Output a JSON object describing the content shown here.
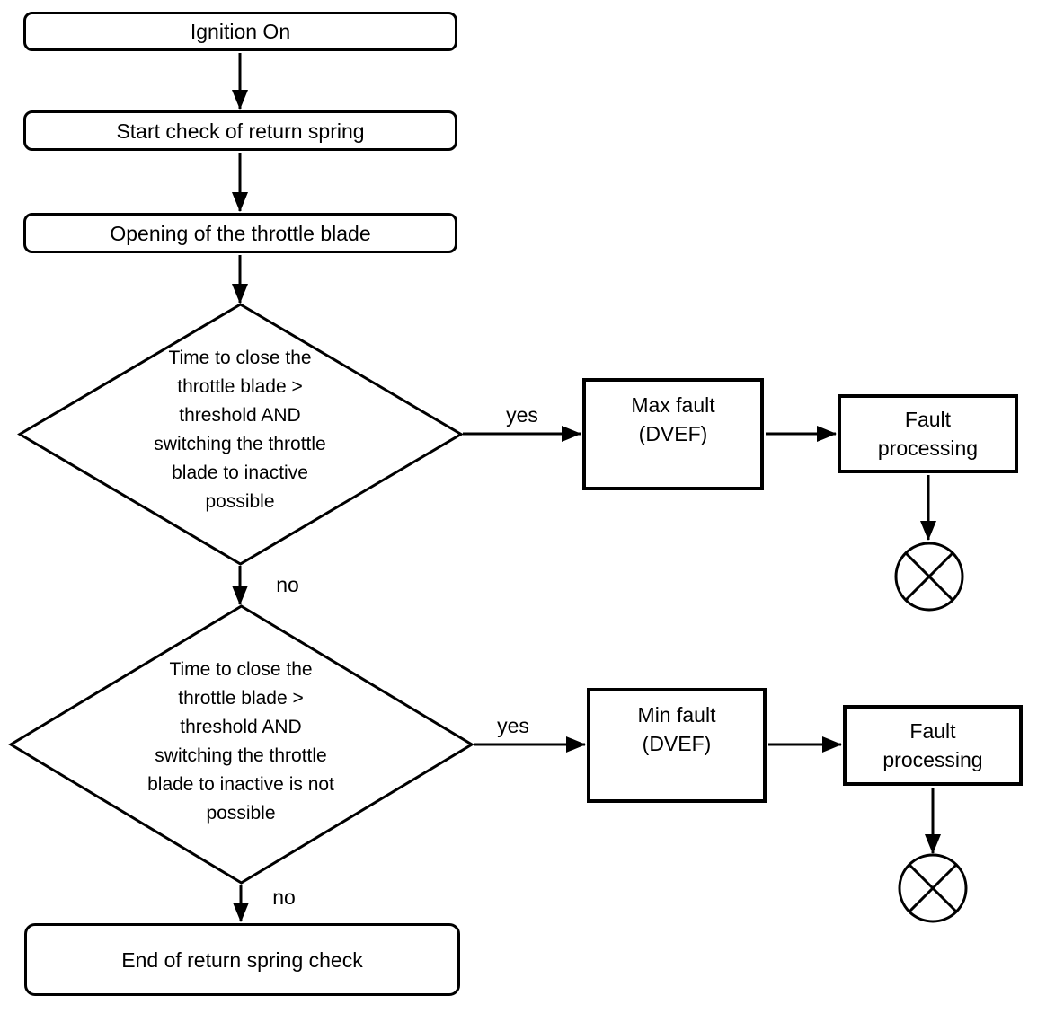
{
  "diagram_type": "flowchart",
  "colors": {
    "background": "#ffffff",
    "line": "#000000",
    "text": "#000000"
  },
  "nodes": {
    "ignition_on": {
      "label": "Ignition On"
    },
    "start_check": {
      "label": "Start check of return spring"
    },
    "opening_blade": {
      "label": "Opening of the throttle blade"
    },
    "decision_max": {
      "label": "Time to close the\nthrottle blade >\nthreshold AND\nswitching the throttle\nblade to inactive\npossible"
    },
    "max_fault": {
      "label": "Max fault\n(DVEF)"
    },
    "fault_processing_1": {
      "label": "Fault\nprocessing"
    },
    "decision_min": {
      "label": "Time to close the\nthrottle blade >\nthreshold AND\nswitching the throttle\nblade to inactive is not\npossible"
    },
    "min_fault": {
      "label": "Min fault\n(DVEF)"
    },
    "fault_processing_2": {
      "label": "Fault\nprocessing"
    },
    "end_check": {
      "label": "End of return spring check"
    }
  },
  "edge_labels": {
    "decision_max_yes": "yes",
    "decision_max_no": "no",
    "decision_min_yes": "yes",
    "decision_min_no": "no"
  }
}
